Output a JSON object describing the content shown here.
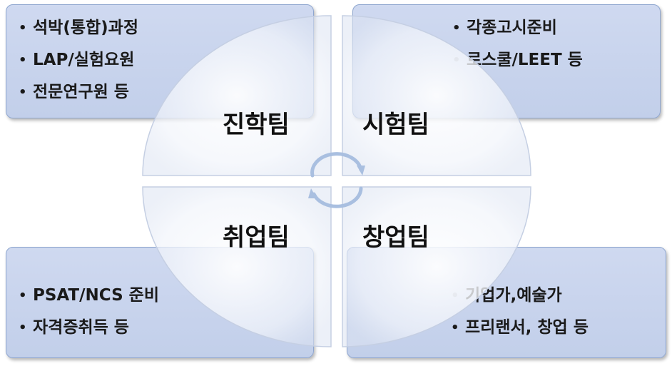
{
  "quadrants": {
    "top_left": {
      "team": "진학팀",
      "items": [
        "석박(통합)과정",
        "LAP/실험요원",
        "전문연구원 등"
      ]
    },
    "top_right": {
      "team": "시험팀",
      "items": [
        "각종고시준비",
        "로스쿨/LEET 등"
      ]
    },
    "bottom_left": {
      "team": "취업팀",
      "items": [
        "PSAT/NCS 준비",
        "자격증취득 등"
      ]
    },
    "bottom_right": {
      "team": "창업팀",
      "items": [
        "기업가,예술가",
        "프리랜서, 창업 등"
      ]
    }
  },
  "bullet": "•",
  "colors": {
    "box_fill": "#c8d3ed",
    "box_border": "#8ea6cf",
    "circle_fill": "#ffffff",
    "arrow": "#a9bfe0"
  },
  "icons": [
    "cycle-arrows-icon"
  ]
}
